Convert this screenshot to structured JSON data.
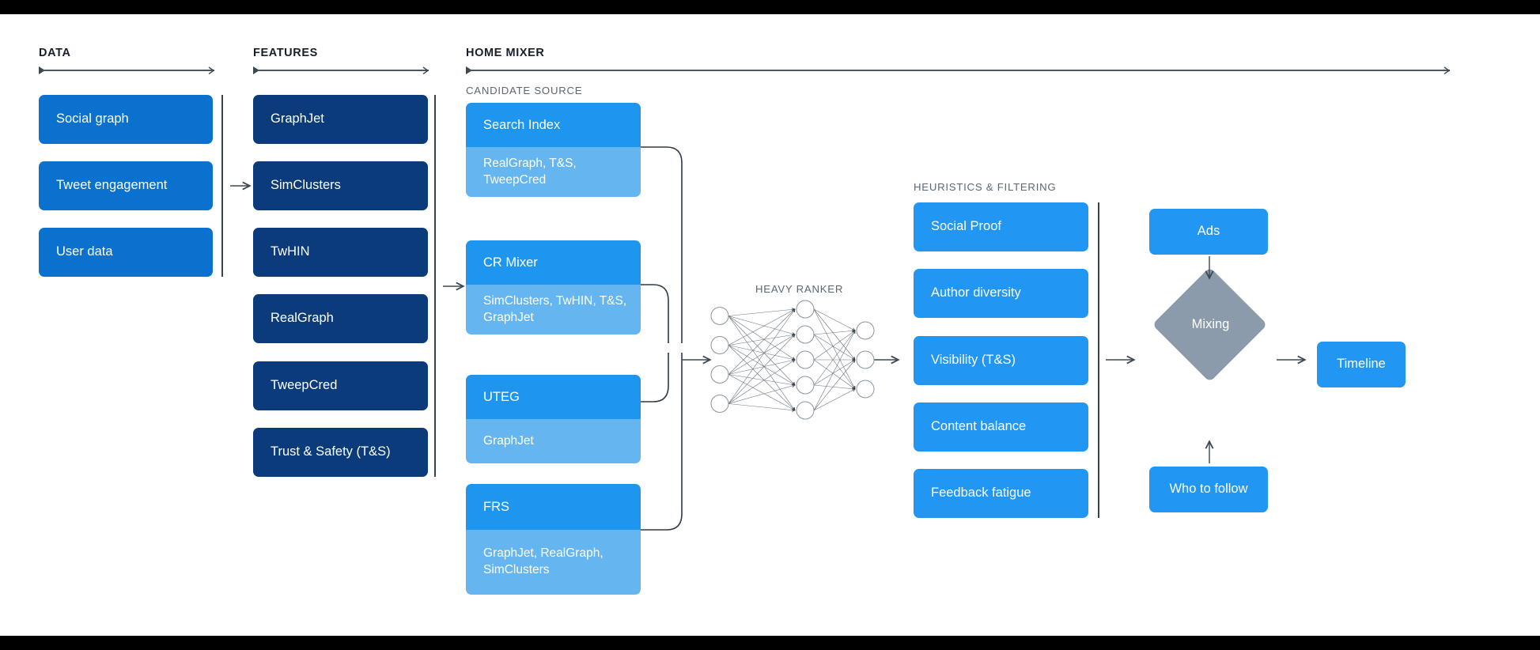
{
  "sections": {
    "data": {
      "title": "DATA"
    },
    "features": {
      "title": "FEATURES"
    },
    "home_mixer": {
      "title": "HOME MIXER"
    },
    "candidate_source": {
      "title": "CANDIDATE SOURCE"
    },
    "heavy_ranker": {
      "title": "HEAVY RANKER"
    },
    "heuristics": {
      "title": "HEURISTICS & FILTERING"
    }
  },
  "data_cards": [
    {
      "label": "Social graph"
    },
    {
      "label": "Tweet engagement"
    },
    {
      "label": "User data"
    }
  ],
  "feature_cards": [
    {
      "label": "GraphJet"
    },
    {
      "label": "SimClusters"
    },
    {
      "label": "TwHIN"
    },
    {
      "label": "RealGraph"
    },
    {
      "label": "TweepCred"
    },
    {
      "label": "Trust & Safety (T&S)"
    }
  ],
  "candidate_sources": [
    {
      "name": "Search Index",
      "features": "RealGraph, T&S, TweepCred"
    },
    {
      "name": "CR Mixer",
      "features": "SimClusters, TwHIN, T&S, GraphJet"
    },
    {
      "name": "UTEG",
      "features": "GraphJet"
    },
    {
      "name": "FRS",
      "features": "GraphJet, RealGraph, SimClusters"
    }
  ],
  "heuristic_cards": [
    {
      "label": "Social Proof"
    },
    {
      "label": "Author diversity"
    },
    {
      "label": "Visibility (T&S)"
    },
    {
      "label": "Content balance"
    },
    {
      "label": "Feedback fatigue"
    }
  ],
  "outputs": {
    "ads": "Ads",
    "who_to_follow": "Who to follow",
    "mixing": "Mixing",
    "timeline": "Timeline"
  },
  "network": {
    "input_nodes": 4,
    "hidden_nodes": 5,
    "output_nodes": 3
  },
  "colors": {
    "data_blue": "#0A72CE",
    "feature_navy": "#0B3B7A",
    "bright_blue": "#2196F3",
    "cs_head_blue": "#1E95EF",
    "cs_body_blue": "#64B5F0",
    "diamond_gray": "#8C9BAB",
    "line_gray": "#3c4852",
    "label_gray": "#5a6775"
  }
}
